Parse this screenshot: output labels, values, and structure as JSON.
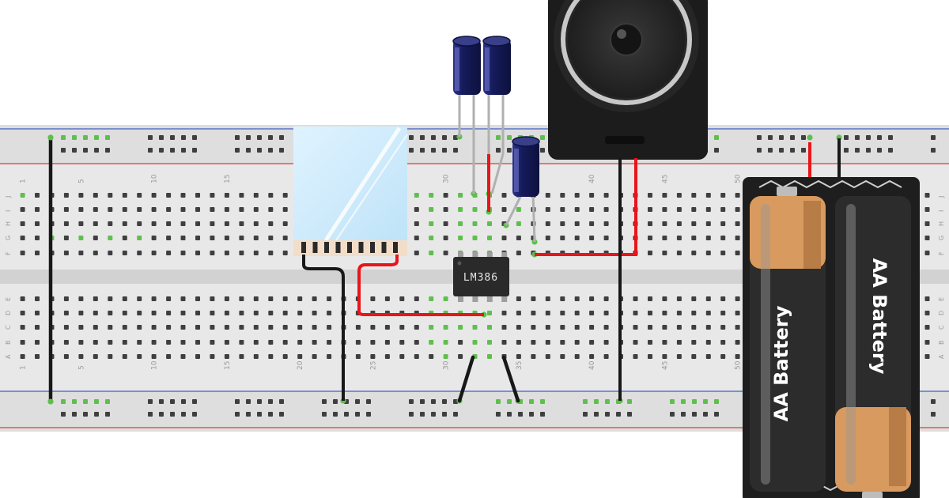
{
  "chip": {
    "label": "LM386"
  },
  "battery": {
    "label_left": "AA Battery",
    "label_right": "AA Battery"
  },
  "breadboard": {
    "column_numbers": [
      "1",
      "5",
      "10",
      "15",
      "20",
      "25",
      "30",
      "35",
      "40",
      "45",
      "50"
    ],
    "row_labels_top": [
      "J",
      "I",
      "H",
      "G",
      "F"
    ],
    "row_labels_bottom": [
      "E",
      "D",
      "C",
      "B",
      "A"
    ]
  },
  "colors": {
    "board": "#e8e8e8",
    "rail_red": "#d94040",
    "rail_blue": "#4060c8",
    "wire_red": "#e8151a",
    "wire_black": "#181818",
    "capacitor": "#1a1f6e",
    "active_hole": "#5fbf4d",
    "battery_copper": "#d89a5e"
  }
}
